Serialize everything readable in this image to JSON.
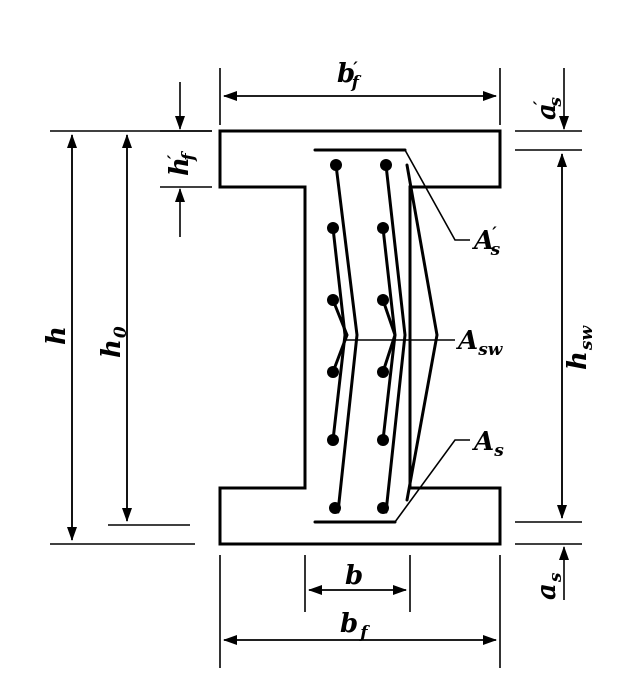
{
  "labels": {
    "top_flange_width": {
      "main": "b",
      "sub": "f",
      "prime": "′"
    },
    "top_cover": {
      "main": "a",
      "sub": "s",
      "prime": "′"
    },
    "top_flange_height": {
      "main": "h",
      "sub": "f",
      "prime": "′"
    },
    "total_height": {
      "main": "h",
      "sub": ""
    },
    "effective_height": {
      "main": "h",
      "sub": "0"
    },
    "web_height": {
      "main": "h",
      "sub": "sw"
    },
    "compression_steel": {
      "main": "A",
      "sub": "s",
      "prime": "′"
    },
    "web_steel": {
      "main": "A",
      "sub": "sw"
    },
    "tension_steel": {
      "main": "A",
      "sub": "s"
    },
    "web_width": {
      "main": "b",
      "sub": ""
    },
    "bottom_flange_width": {
      "main": "b",
      "sub": "f"
    },
    "bottom_cover": {
      "main": "a",
      "sub": "s"
    }
  }
}
